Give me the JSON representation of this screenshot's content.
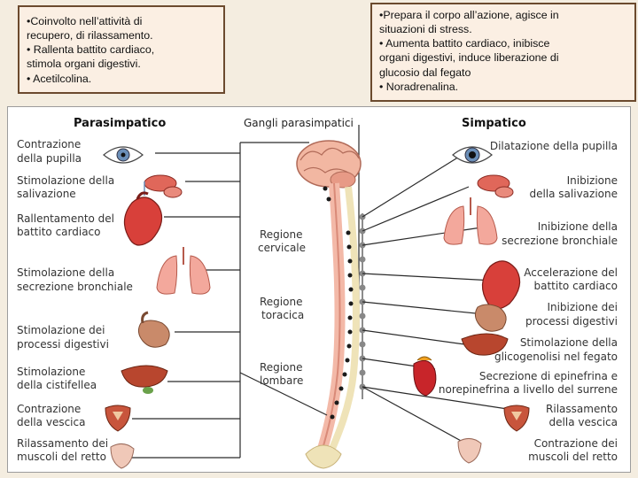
{
  "note_left": {
    "lines": [
      "•Coinvolto nell’attività di",
      "recupero, di rilassamento.",
      "• Rallenta battito cardiaco,",
      "stimola organi digestivi.",
      "• Acetilcolina."
    ]
  },
  "note_right": {
    "lines": [
      "•Prepara il corpo all’azione, agisce in",
      "situazioni di stress.",
      "• Aumenta battito cardiaco, inibisce",
      "organi digestivi, induce liberazione di",
      "glucosio dal fegato",
      "• Noradrenalina."
    ]
  },
  "diagram": {
    "headers": {
      "parasympathetic": "Parasimpatico",
      "ganglia": "Gangli parasimpatici",
      "sympathetic": "Simpatico"
    },
    "regions": {
      "cervical": [
        "Regione",
        "cervicale"
      ],
      "thoracic": [
        "Regione",
        "toracica"
      ],
      "lumbar": [
        "Regione",
        "lombare"
      ]
    },
    "left_labels": [
      [
        "Contrazione",
        "della pupilla"
      ],
      [
        "Stimolazione della",
        "salivazione"
      ],
      [
        "Rallentamento del",
        "battito cardiaco"
      ],
      [
        "Stimolazione della",
        "secrezione bronchiale"
      ],
      [
        "Stimolazione dei",
        "processi digestivi"
      ],
      [
        "Stimolazione",
        "della cistifellea"
      ],
      [
        "Contrazione",
        "della vescica"
      ],
      [
        "Rilassamento dei",
        "muscoli del retto"
      ]
    ],
    "right_labels": [
      [
        "Dilatazione della pupilla"
      ],
      [
        "Inibizione",
        "della salivazione"
      ],
      [
        "Inibizione della",
        "secrezione bronchiale"
      ],
      [
        "Accelerazione del",
        "battito cardiaco"
      ],
      [
        "Inibizione dei",
        "processi digestivi"
      ],
      [
        "Stimolazione della",
        "glicogenolisi nel fegato"
      ],
      [
        "Secrezione di epinefrina e",
        "norepinefrina a livello del surrene"
      ],
      [
        "Rilassamento",
        "della vescica"
      ],
      [
        "Contrazione dei",
        "muscoli del retto"
      ]
    ]
  },
  "colors": {
    "note_border": "#6b4a2e",
    "note_bg": "#fbefe3",
    "organ_red": "#d8403a",
    "cord_pink": "#f3b9a8",
    "bone": "#efe3b8"
  }
}
